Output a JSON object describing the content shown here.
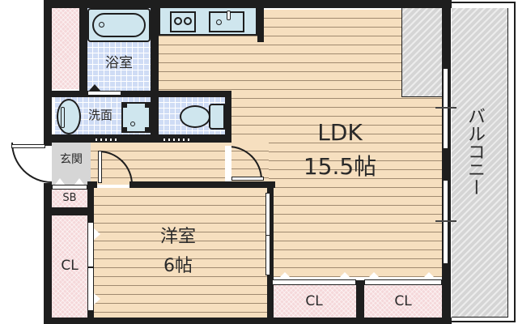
{
  "floor_plan": {
    "type": "1LDK apartment floor plan",
    "rooms": {
      "ldk": {
        "name": "LDK",
        "size": "15.5帖"
      },
      "western_room": {
        "name": "洋室",
        "size": "6帖"
      },
      "bathroom": {
        "name": "浴室"
      },
      "washroom": {
        "name": "洗面"
      },
      "entrance": {
        "name": "玄関"
      },
      "shoe_box": {
        "name": "SB"
      },
      "closet_west": {
        "name": "CL"
      },
      "closet_south_1": {
        "name": "CL"
      },
      "closet_south_2": {
        "name": "CL"
      },
      "balcony": {
        "name": "バルコニー"
      }
    },
    "fixtures": [
      "bathtub",
      "kitchen-stove",
      "kitchen-sink",
      "washbasin",
      "washing-machine-pan",
      "toilet"
    ],
    "colors": {
      "wall": "#1e1e1e",
      "wood_floor": "#f6dfbf",
      "wood_line": "#a08a70",
      "tile": "#cfdcf5",
      "fixture": "#cfe6ee",
      "closet_pink": "#f5d8da",
      "balcony_gray": "#d5d5d5",
      "entrance_gray": "#d6d6d6"
    }
  }
}
